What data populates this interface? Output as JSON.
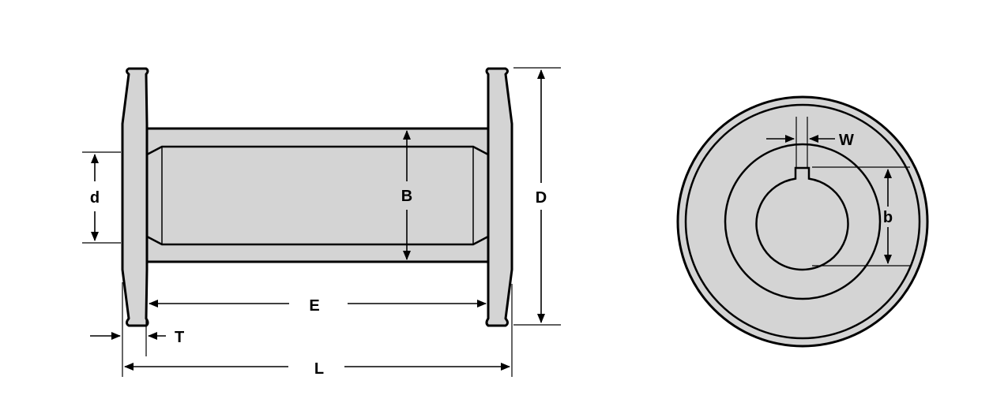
{
  "labels": {
    "d": "d",
    "B": "B",
    "D": "D",
    "E": "E",
    "T": "T",
    "L": "L",
    "W": "W",
    "b": "b"
  },
  "colors": {
    "fill": "#d4d4d4",
    "stroke": "#000000",
    "background": "#ffffff"
  }
}
